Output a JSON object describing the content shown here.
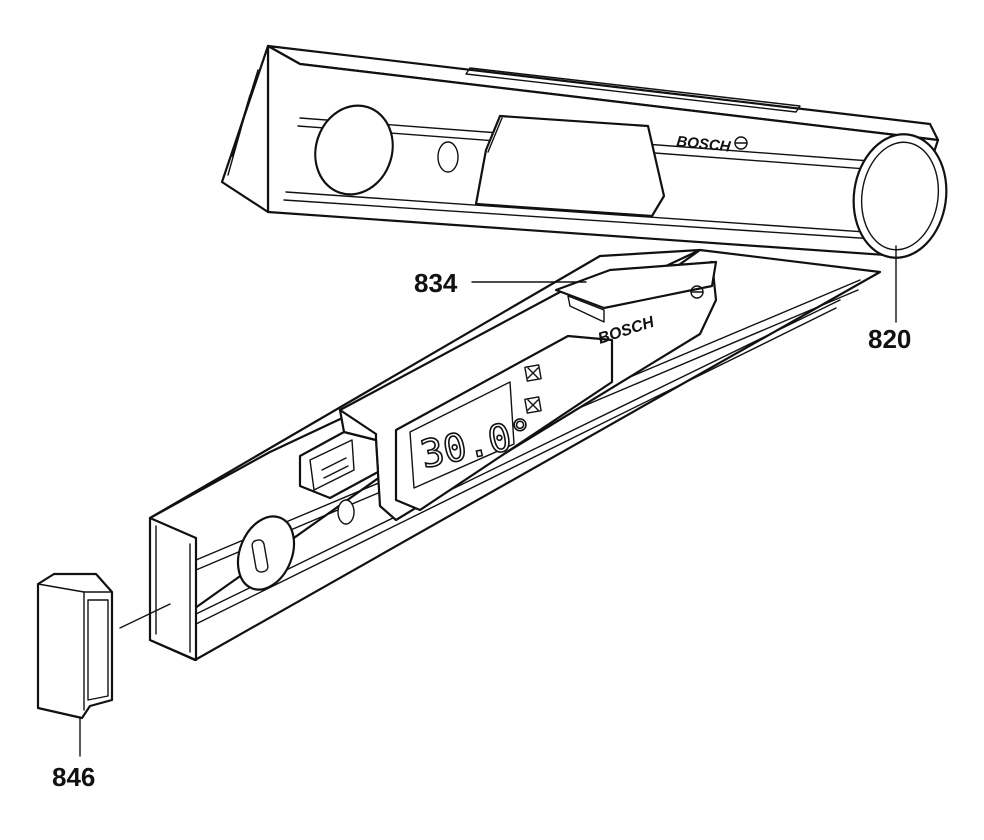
{
  "callouts": [
    {
      "id": "820",
      "label": "820"
    },
    {
      "id": "834",
      "label": "834"
    },
    {
      "id": "846",
      "label": "846"
    }
  ],
  "device": {
    "brand_top": "BOSCH",
    "brand_bottom": "BOSCH",
    "display_reading": "30.0°"
  }
}
